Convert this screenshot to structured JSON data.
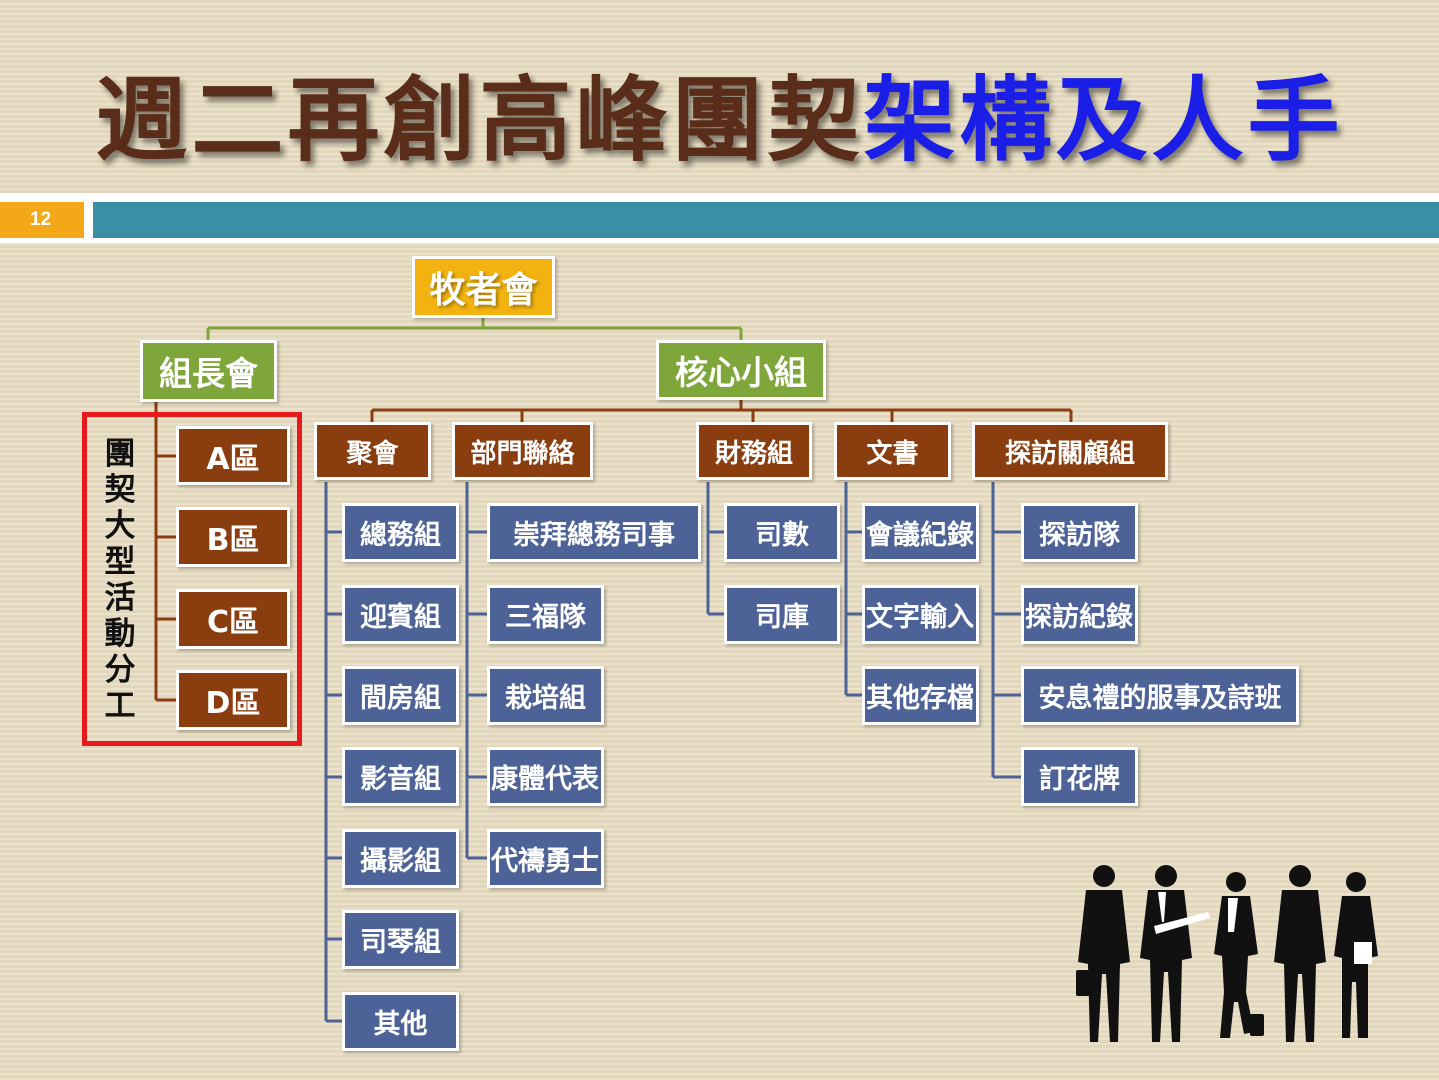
{
  "slide": {
    "title_part1": "週二再創高峰團契",
    "title_part2": "架構及人手",
    "page_number": "12"
  },
  "colors": {
    "title_dark": "#5a2d1b",
    "title_blue": "#1a1ee6",
    "gold": "#f2b310",
    "green": "#7ea63a",
    "brown": "#8a3d0f",
    "blue": "#4d6296",
    "teal": "#3a8fa6",
    "orange": "#f3a817",
    "highlight_red": "#e8191c"
  },
  "org": {
    "top": "牧者會",
    "group_leaders": "組長會",
    "core_group": "核心小組",
    "zones": [
      "A區",
      "B區",
      "C區",
      "D區"
    ],
    "zone_label_chars": [
      "團",
      "契",
      "大",
      "型",
      "活",
      "動",
      "分",
      "工"
    ],
    "departments": [
      "聚會",
      "部門聯絡",
      "財務組",
      "文書",
      "探訪關顧組"
    ],
    "gathering_units": [
      "總務組",
      "迎賓組",
      "間房組",
      "影音組",
      "攝影組",
      "司琴組",
      "其他"
    ],
    "liaison_units": [
      "崇拜總務司事",
      "三福隊",
      "栽培組",
      "康體代表",
      "代禱勇士"
    ],
    "finance_units": [
      "司數",
      "司庫"
    ],
    "secretary_units": [
      "會議紀錄",
      "文字輸入",
      "其他存檔"
    ],
    "visitation_units": [
      "探訪隊",
      "探訪紀錄",
      "安息禮的服事及詩班",
      "訂花牌"
    ]
  },
  "decor": {
    "image": "business-people-silhouette-icon"
  }
}
